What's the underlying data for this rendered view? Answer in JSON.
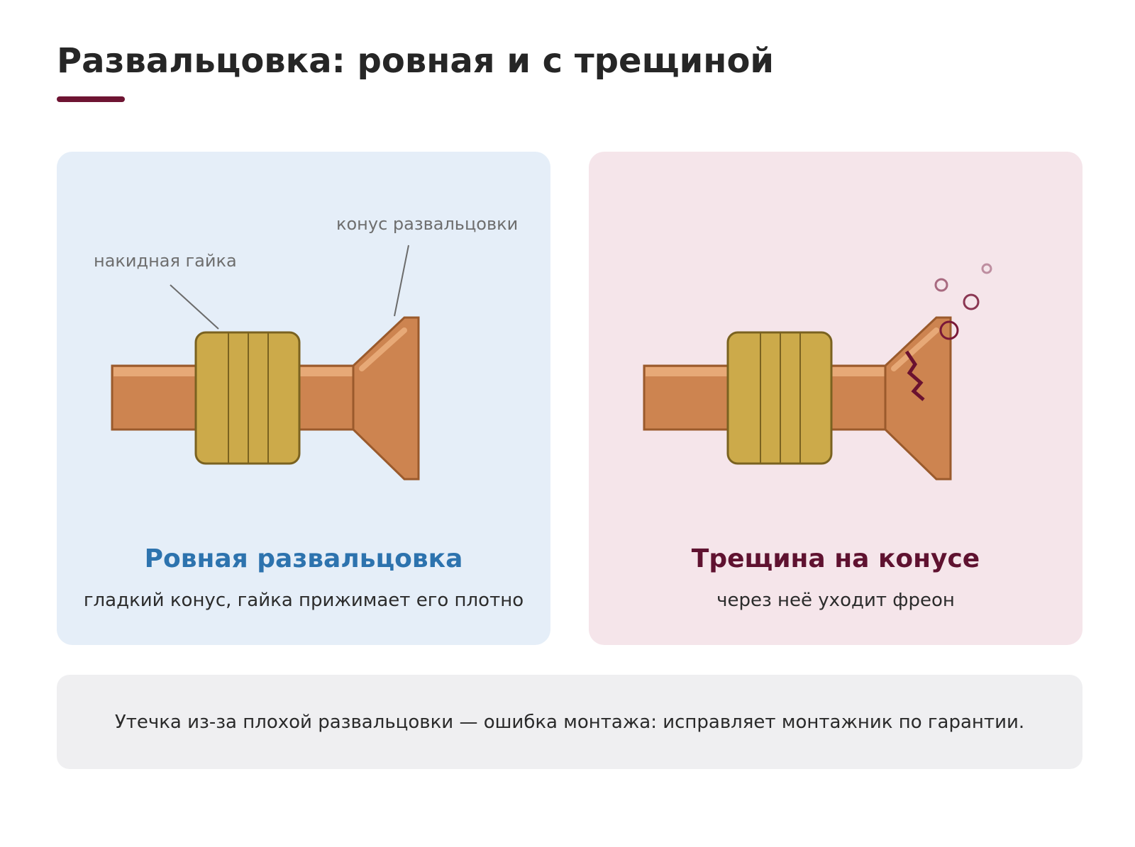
{
  "title": "Развальцовка: ровная и с трещиной",
  "colors": {
    "accent": "#6e1432",
    "good_bg": "#e5eef8",
    "bad_bg": "#f5e5ea",
    "good_heading": "#2d73ae",
    "bad_heading": "#5f1230",
    "copper": "#cd8450",
    "copper_highlight": "#e7a977",
    "copper_stroke": "#9a5a2c",
    "nut": "#ccaa4a",
    "nut_stroke": "#7a6220",
    "crack": "#6a1230"
  },
  "good": {
    "heading": "Ровная развальцовка",
    "caption": "гладкий конус, гайка прижимает его плотно",
    "labels": {
      "nut": "накидная гайка",
      "cone": "конус развальцовки"
    }
  },
  "bad": {
    "heading": "Трещина на конусе",
    "caption": "через неё уходит фреон"
  },
  "note": "Утечка из-за плохой развальцовки — ошибка монтажа: исправляет монтажник по гарантии."
}
